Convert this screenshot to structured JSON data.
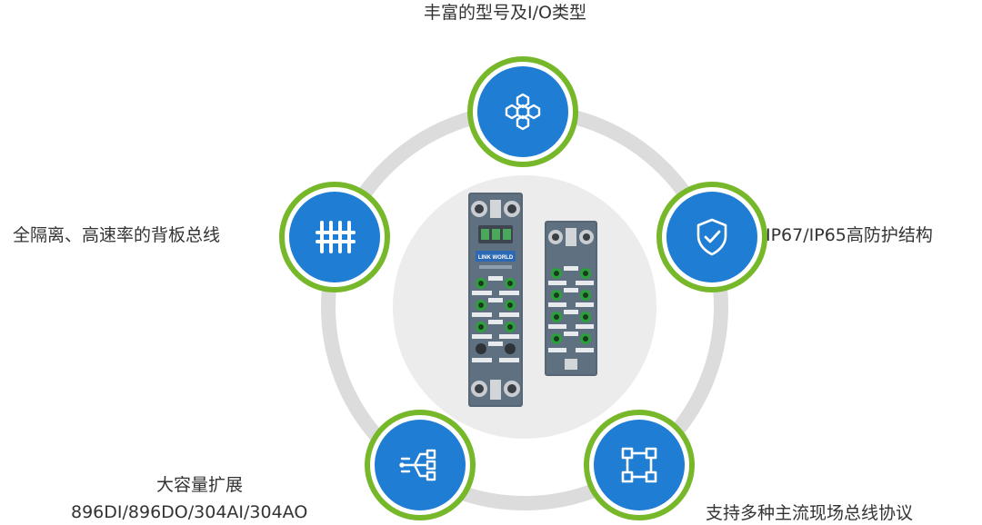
{
  "features": {
    "top": {
      "label": "丰富的型号及I/O类型",
      "icon": "hexagon-cluster-icon"
    },
    "left": {
      "label": "全隔离、高速率的背板总线",
      "icon": "backplane-bus-icon"
    },
    "right": {
      "label": "IP67/IP65高防护结构",
      "icon": "shield-check-icon"
    },
    "bottom_left": {
      "label_line1": "大容量扩展",
      "label_line2": "896DI/896DO/304AI/304AO",
      "icon": "branch-network-icon"
    },
    "bottom_right": {
      "label": "支持多种主流现场总线协议",
      "icon": "node-topology-icon"
    }
  },
  "product": {
    "brand": "LINK WORLD"
  },
  "colors": {
    "badge_outer": "#76b82a",
    "badge_core": "#1f7ed3",
    "ring": "#dcdcdc",
    "inner_disc": "#ececec",
    "device_body": "#596a7a",
    "connector_green": "#2aa13a"
  }
}
